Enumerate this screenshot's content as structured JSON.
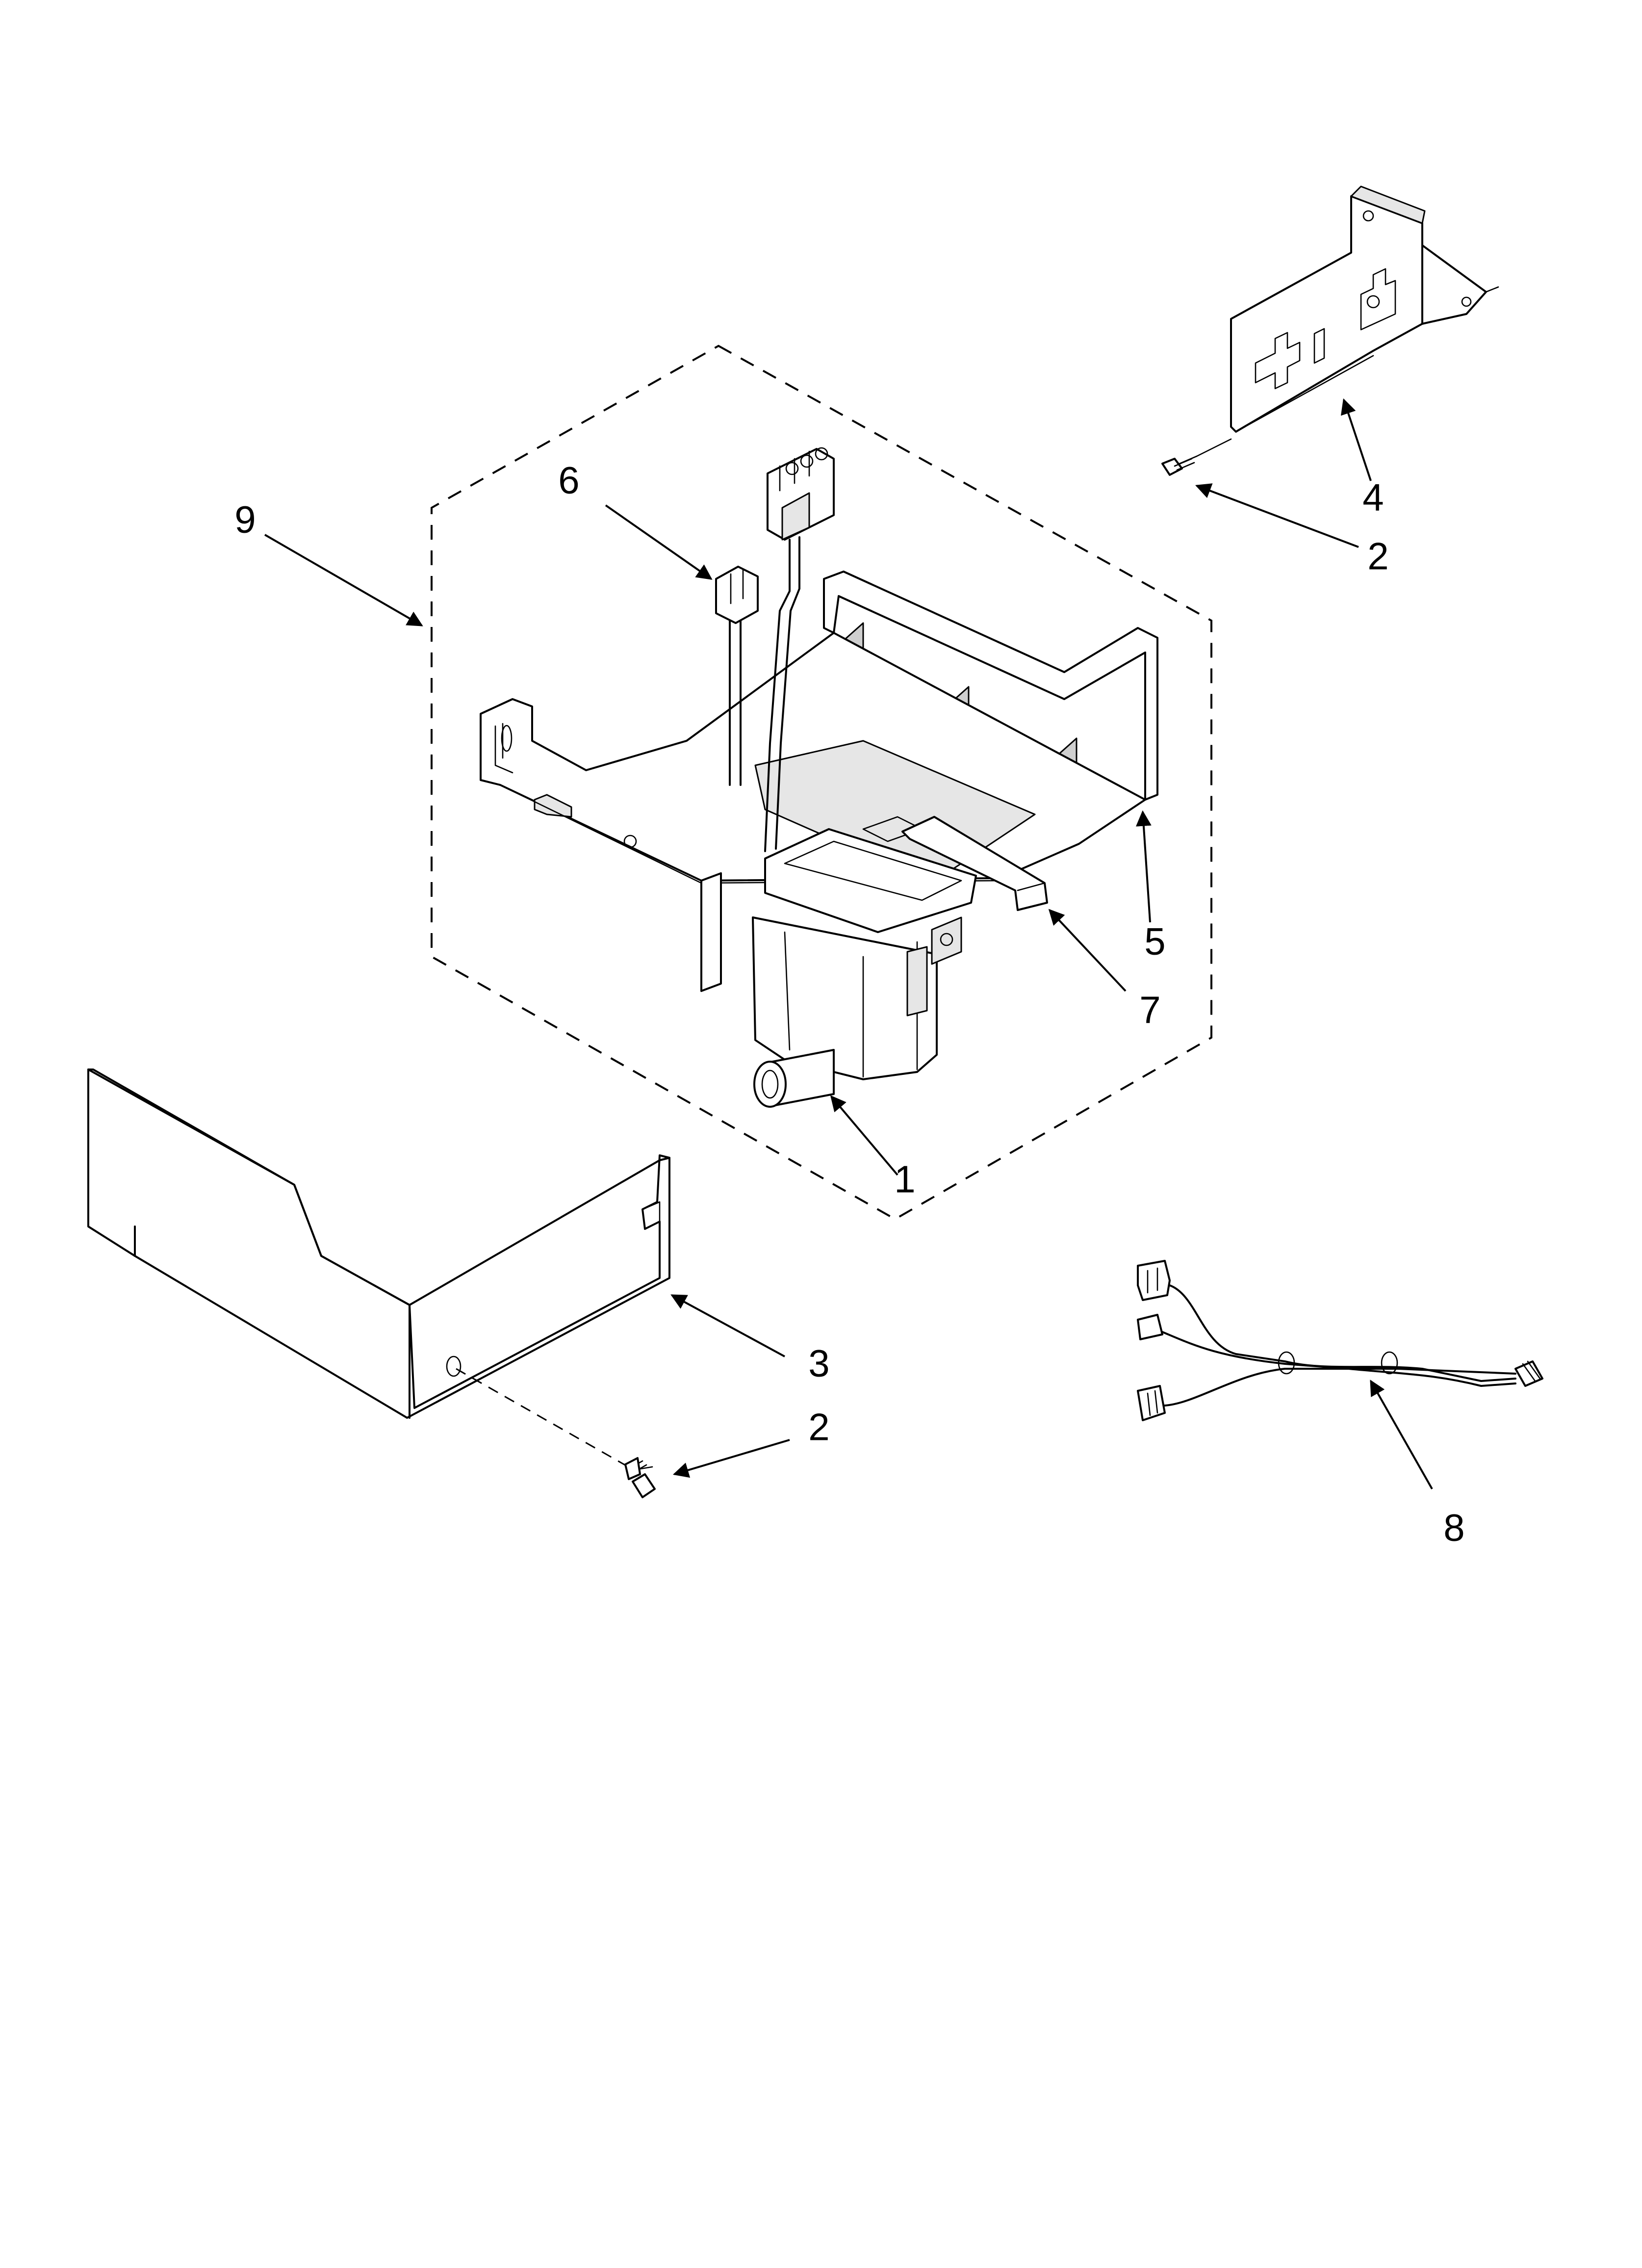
{
  "callouts": {
    "c1": "1",
    "c2_top": "2",
    "c2_bottom": "2",
    "c3": "3",
    "c4": "4",
    "c5": "5",
    "c6": "6",
    "c7": "7",
    "c8": "8",
    "c9": "9"
  }
}
